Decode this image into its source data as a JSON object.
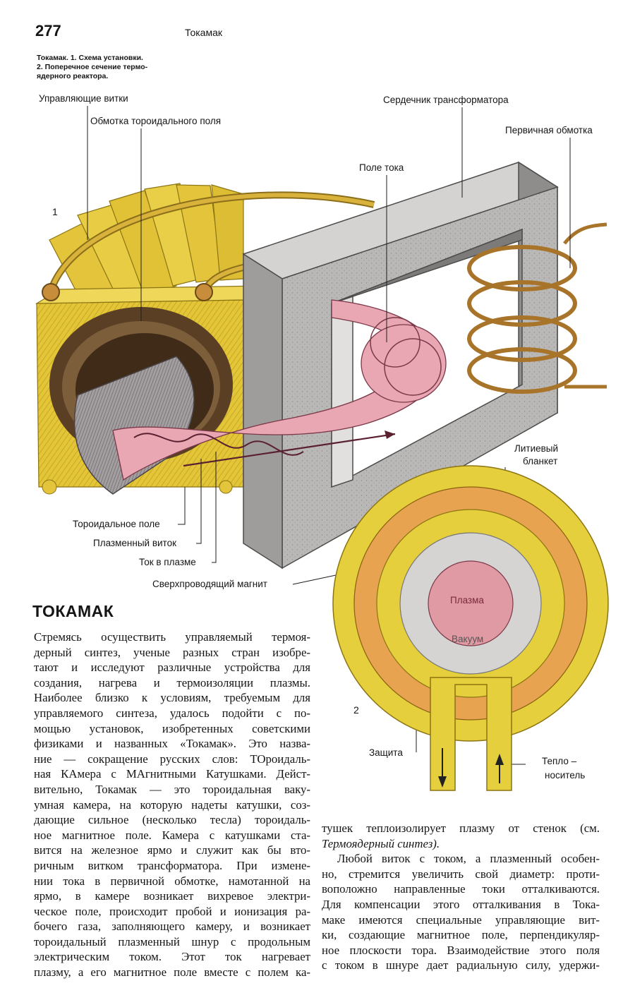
{
  "header": {
    "page_number": "277",
    "running_head": "Токамак"
  },
  "caption": {
    "lines": [
      "Токамак. 1. Схема установки.",
      "2. Поперечное сечение термо-",
      "ядерного реактора."
    ]
  },
  "figure1": {
    "number": "1",
    "labels": {
      "control_coils": "Управляющие витки",
      "toroidal_winding": "Обмотка тороидального поля",
      "transformer_core": "Сердечник трансформатора",
      "primary_winding": "Первичная обмотка",
      "current_field": "Поле тока",
      "toroidal_field": "Тороидальное поле",
      "plasma_turn": "Плазменный виток",
      "plasma_current": "Ток в плазме",
      "superconducting_magnet": "Сверхпроводящий магнит"
    }
  },
  "figure2": {
    "number": "2",
    "labels": {
      "lithium_blanket_1": "Литиевый",
      "lithium_blanket_2": "бланкет",
      "plasma": "Плазма",
      "vacuum": "Вакуум",
      "shield": "Защита",
      "coolant_1": "Тепло –",
      "coolant_2": "носитель"
    }
  },
  "article": {
    "title": "ТОКАМАК",
    "left_column": [
      "Стремясь осуществить управляемый термоя-",
      "дерный синтез, ученые разных стран изобре-",
      "тают и исследуют различные устройства для",
      "создания, нагрева и термоизоляции плазмы.",
      "Наиболее близко к условиям, требуемым для",
      "управляемого синтеза, удалось подойти с по-",
      "мощью установок, изобретенных советскими",
      "физиками и названных «Токамак». Это назва-",
      "ние — сокращение русских слов: ТОроидаль-",
      "ная КАмера с МАгнитными Катушками. Дейст-",
      "вительно, Токамак — это тороидальная ваку-",
      "умная камера, на которую надеты катушки, соз-",
      "дающие сильное (несколько тесла) тороидаль-",
      "ное магнитное поле. Камера с катушками ста-",
      "вится на железное ярмо и служит как бы вто-",
      "ричным витком трансформатора. При измене-",
      "нии тока в первичной обмотке, намотанной на",
      "ярмо, в камере возникает вихревое электри-",
      "ческое поле, происходит пробой и ионизация ра-",
      "бочего газа, заполняющего камеру, и возникает",
      "тороидальный плазменный шнур с продольным",
      "электрическим током. Этот ток нагревает",
      "плазму, а его магнитное поле вместе с полем ка-"
    ],
    "right_column": [
      "тушек теплоизолирует плазму от стенок (см.",
      "Термоядерный синтез).",
      "Любой виток с током, а плазменный особен-",
      "но, стремится увеличить свой диаметр: проти-",
      "воположно направленные токи отталкиваются.",
      "Для компенсации этого отталкивания в Тока-",
      "маке имеются специальные управляющие вит-",
      "ки, создающие магнитное поле, перпендикуляр-",
      "ное плоскости тора. Взаимодействие этого поля",
      "с током в шнуре дает радиальную силу, удержи-"
    ]
  },
  "colors": {
    "yellow": "#e8cf3c",
    "yellow_dark": "#a88a16",
    "pink": "#e9a7b4",
    "pink_dark": "#7a3848",
    "grey": "#b5b4b2",
    "grey_dark": "#5f5e5c",
    "orange": "#e7a34f",
    "silver": "#d6d4d2",
    "brown": "#7a5a2e",
    "copper": "#c8953a"
  }
}
